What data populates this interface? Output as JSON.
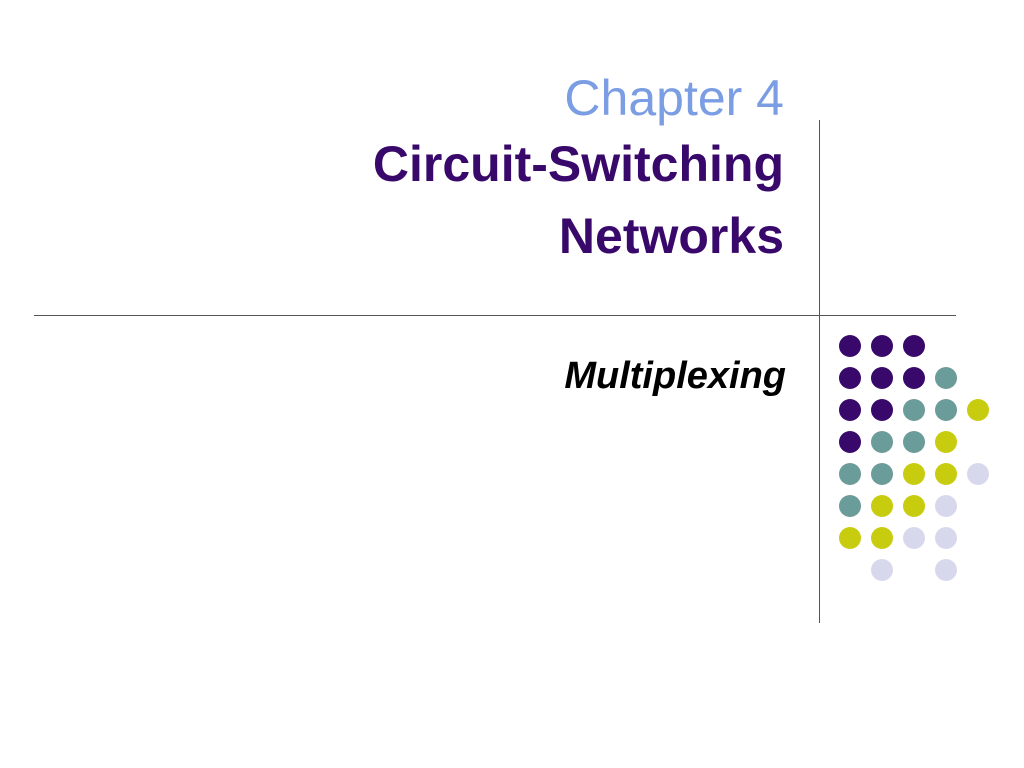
{
  "slide": {
    "chapter": "Chapter 4",
    "title_line1": "Circuit-Switching",
    "title_line2": "Networks",
    "subtitle": "Multiplexing"
  },
  "colors": {
    "chapter_text": "#7b9de3",
    "title_text": "#38086b",
    "subtitle_text": "#000000",
    "rule_line": "#555555",
    "dot_purple": "#38086b",
    "dot_teal": "#6a9c9a",
    "dot_lime": "#c8cc0e",
    "dot_lavender": "#d8d8ec"
  },
  "decoration": {
    "dot_grid_colors": [
      [
        "purple",
        "purple",
        "purple",
        "",
        ""
      ],
      [
        "purple",
        "purple",
        "purple",
        "teal",
        ""
      ],
      [
        "purple",
        "purple",
        "teal",
        "teal",
        "lime"
      ],
      [
        "purple",
        "teal",
        "teal",
        "lime",
        ""
      ],
      [
        "teal",
        "teal",
        "lime",
        "lime",
        "lavender"
      ],
      [
        "teal",
        "lime",
        "lime",
        "lavender",
        ""
      ],
      [
        "lime",
        "lime",
        "lavender",
        "lavender",
        ""
      ],
      [
        "",
        "lavender",
        "",
        "lavender",
        ""
      ]
    ]
  }
}
